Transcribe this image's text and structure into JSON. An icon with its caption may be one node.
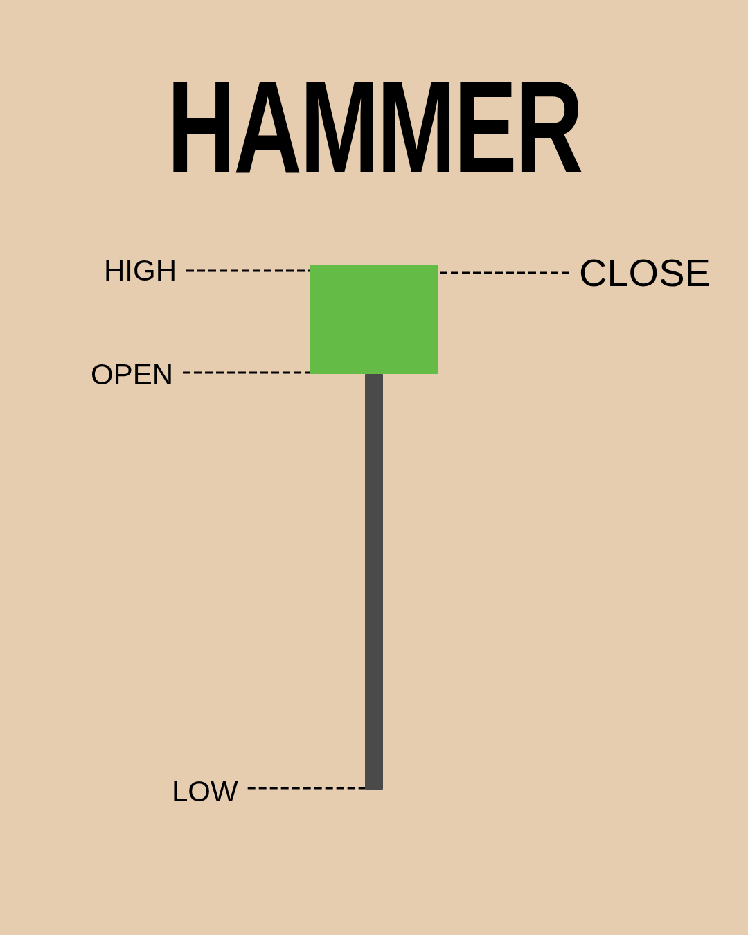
{
  "diagram": {
    "title": "HAMMER",
    "nodes": [
      {
        "text": [
          "HIGH"
        ]
      },
      {
        "text": [
          "CLOSE"
        ]
      },
      {
        "text": [
          "OPEN"
        ]
      },
      {
        "text": [
          "LOW"
        ]
      },
      {
        "text": [],
        "shape": "box"
      },
      {
        "text": [],
        "shape": "bar"
      }
    ],
    "edges": [
      {
        "from": 0,
        "to": 4,
        "arrow": "none",
        "style": "dashed"
      },
      {
        "from": 1,
        "to": 4,
        "arrow": "none",
        "style": "dashed"
      },
      {
        "from": 2,
        "to": 4,
        "arrow": "none",
        "style": "dashed"
      },
      {
        "from": 3,
        "to": 5,
        "arrow": "none",
        "style": "dashed"
      }
    ]
  }
}
